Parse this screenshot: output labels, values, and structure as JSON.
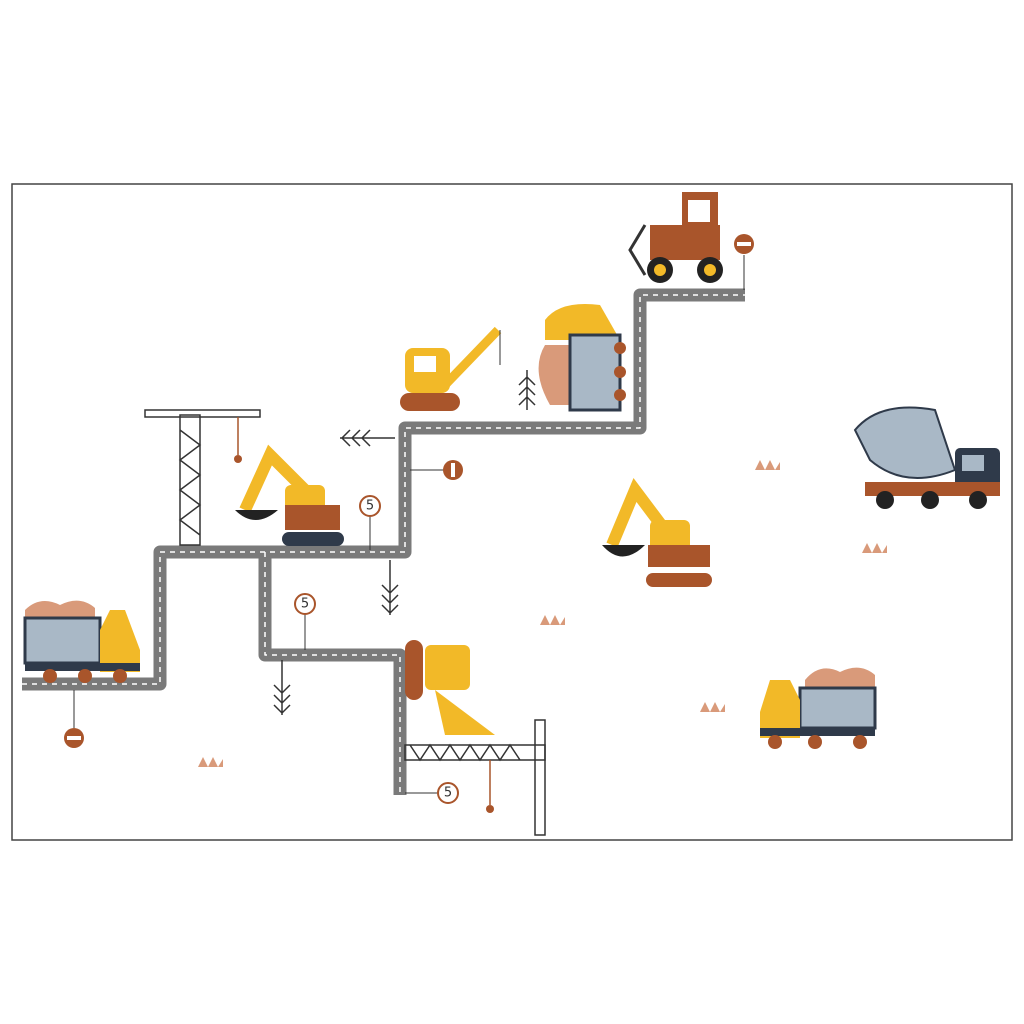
{
  "rug": {
    "signs": {
      "speed_1": "5",
      "speed_2": "5",
      "speed_3": "5"
    },
    "colors": {
      "road": "#7a7a7a",
      "yellow": "#f2b928",
      "brown": "#a9552b",
      "navy": "#2f3a4a",
      "blue_gray": "#a9b8c6",
      "clay": "#d99a7a"
    }
  }
}
